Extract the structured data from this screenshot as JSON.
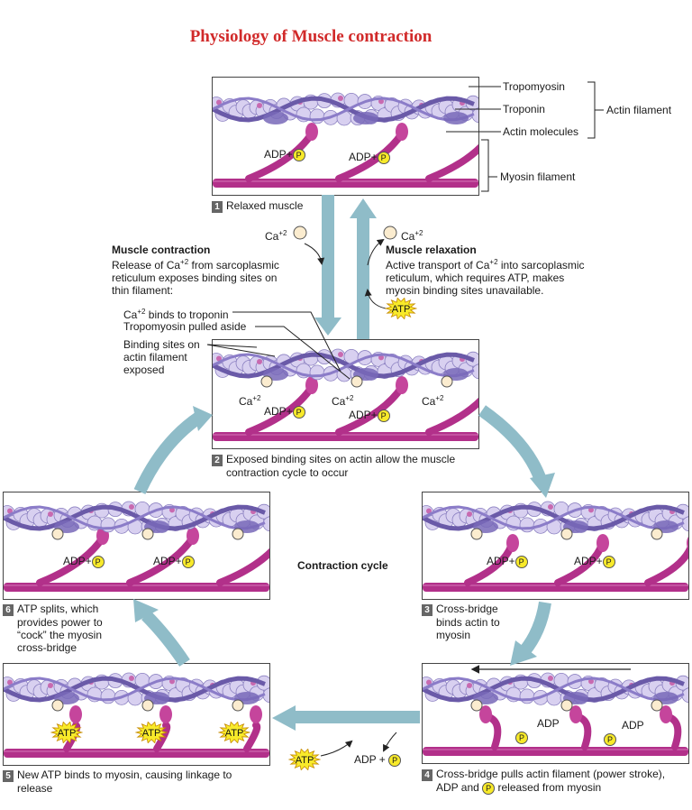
{
  "title": "Physiology of Muscle contraction",
  "labels": {
    "tropomyosin": "Tropomyosin",
    "troponin": "Troponin",
    "actin_molecules": "Actin molecules",
    "actin_filament": "Actin filament",
    "myosin_filament": "Myosin filament",
    "contraction_cycle": "Contraction cycle",
    "ca_binds": "Ca+2 binds to troponin",
    "tropo_aside": "Tropomyosin pulled aside",
    "binding_sites_1": "Binding sites on",
    "binding_sites_2": "actin filament",
    "binding_sites_3": "exposed",
    "ca": "Ca+2",
    "adp_p": "ADP+",
    "adp": "ADP",
    "adp_plus": "ADP +",
    "p": "P",
    "atp": "ATP"
  },
  "contraction": {
    "heading": "Muscle contraction",
    "line1": "Release of Ca+2 from sarcoplasmic",
    "line2": "reticulum exposes binding sites on",
    "line3": "thin filament:"
  },
  "relaxation": {
    "heading": "Muscle relaxation",
    "line1": "Active transport of Ca+2 into sarcoplasmic",
    "line2": "reticulum, which requires ATP, makes",
    "line3": "myosin binding sites unavailable."
  },
  "steps": [
    {
      "num": "1",
      "line1": "Relaxed muscle",
      "line2": "",
      "line3": "",
      "line4": ""
    },
    {
      "num": "2",
      "line1": "Exposed binding sites on actin allow the muscle",
      "line2": "contraction cycle to occur",
      "line3": "",
      "line4": ""
    },
    {
      "num": "3",
      "line1": "Cross-bridge",
      "line2": "binds actin to",
      "line3": "myosin",
      "line4": ""
    },
    {
      "num": "4",
      "line1": "Cross-bridge pulls actin filament (power stroke),",
      "line2": "ADP and",
      "line3": "released from myosin",
      "line4": ""
    },
    {
      "num": "5",
      "line1": "New ATP binds to myosin, causing linkage to",
      "line2": "release",
      "line3": "",
      "line4": ""
    },
    {
      "num": "6",
      "line1": "ATP splits, which",
      "line2": "provides power to",
      "line3": "“cock” the myosin",
      "line4": "cross-bridge"
    }
  ],
  "colors": {
    "title": "#d12a2a",
    "actin": "#d8d0f0",
    "tropomyosin": "#6a5aa8",
    "myosin": "#b2308a",
    "arrow": "#8fbcc8",
    "phosphate": "#f8ea2a",
    "calcium": "#fbeccf"
  }
}
